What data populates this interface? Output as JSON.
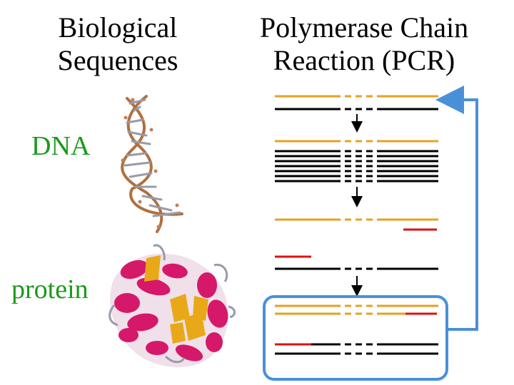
{
  "left_panel": {
    "title_line1": "Biological",
    "title_line2": "Sequences",
    "dna_label": "DNA",
    "protein_label": "protein",
    "label_color": "#1a9a1a",
    "dna_image_icon": "dna-double-helix-icon",
    "protein_image_icon": "protein-ribbon-structure-icon"
  },
  "right_panel": {
    "title_line1": "Polymerase Chain",
    "title_line2": "Reaction (PCR)",
    "colors": {
      "primer_strand": "#e8a020",
      "template_strand": "#000000",
      "primer": "#dd1111",
      "loop_arrow": "#4a90d9",
      "arrow": "#000000"
    },
    "stages": [
      "template",
      "denatured",
      "primers-annealed",
      "extended"
    ]
  }
}
